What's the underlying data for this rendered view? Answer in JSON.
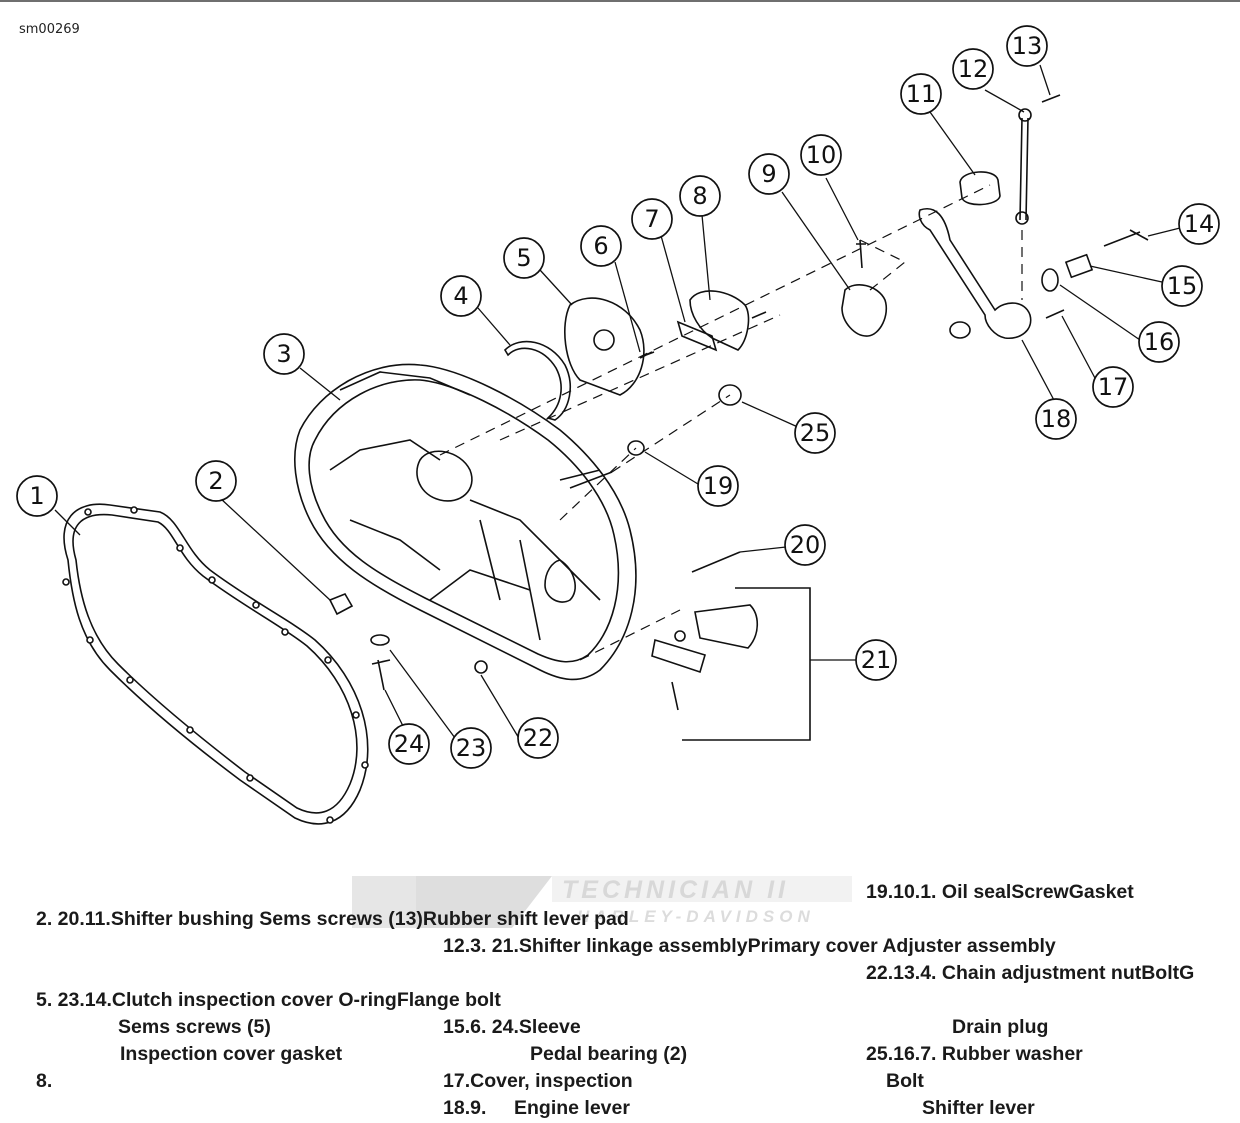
{
  "image_code": "sm00269",
  "callouts": [
    "1",
    "2",
    "3",
    "4",
    "5",
    "6",
    "7",
    "8",
    "9",
    "10",
    "11",
    "12",
    "13",
    "14",
    "15",
    "16",
    "17",
    "18",
    "19",
    "20",
    "21",
    "22",
    "23",
    "24",
    "25"
  ],
  "watermark_text": [
    "TECHNICIAN II",
    "HARLEY-DAVIDSON"
  ],
  "legend_lines": [
    "19.10.1. Oil sealScrewGasket",
    "2. 20.11.Shifter bushing Sems screws (13)Rubber shift lever pad",
    "12.3. 21.Shifter linkage assemblyPrimary cover Adjuster assembly",
    "22.13.4. Chain adjustment nutBoltG",
    "5. 23.14.Clutch inspection cover O-ringFlange bolt",
    "Sems screws (5)",
    "15.6. 24.Sleeve",
    "Drain plug",
    "Inspection cover gasket",
    "Pedal bearing (2)",
    "25.16.7. Rubber washer",
    "8.",
    "17.Cover, inspection",
    "Bolt",
    "18.9.",
    "Engine lever",
    "Shifter lever"
  ]
}
